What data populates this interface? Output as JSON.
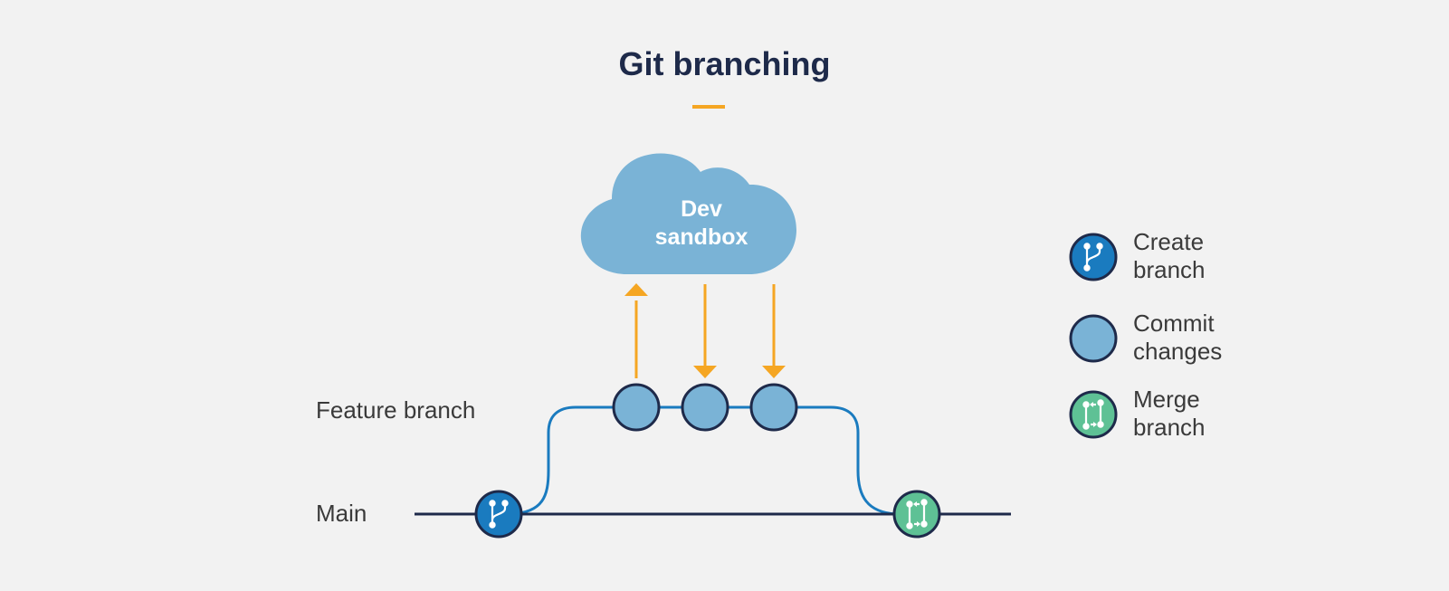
{
  "title": "Git branching",
  "cloud": {
    "line1": "Dev",
    "line2": "sandbox"
  },
  "lanes": {
    "feature": "Feature branch",
    "main": "Main"
  },
  "legend": [
    {
      "line1": "Create",
      "line2": "branch",
      "icon": "create-branch-icon",
      "color": "#1a7bbf"
    },
    {
      "line1": "Commit",
      "line2": "changes",
      "icon": "commit-icon",
      "color": "#7ab3d6"
    },
    {
      "line1": "Merge",
      "line2": "branch",
      "icon": "merge-branch-icon",
      "color": "#5ec195"
    }
  ],
  "colors": {
    "title": "#1e2a4a",
    "accent": "#f5a623",
    "cloud": "#7ab3d6",
    "main_line": "#1e2a4a",
    "feature_line": "#1a7bbf",
    "create": "#1a7bbf",
    "commit": "#7ab3d6",
    "merge": "#5ec195"
  }
}
